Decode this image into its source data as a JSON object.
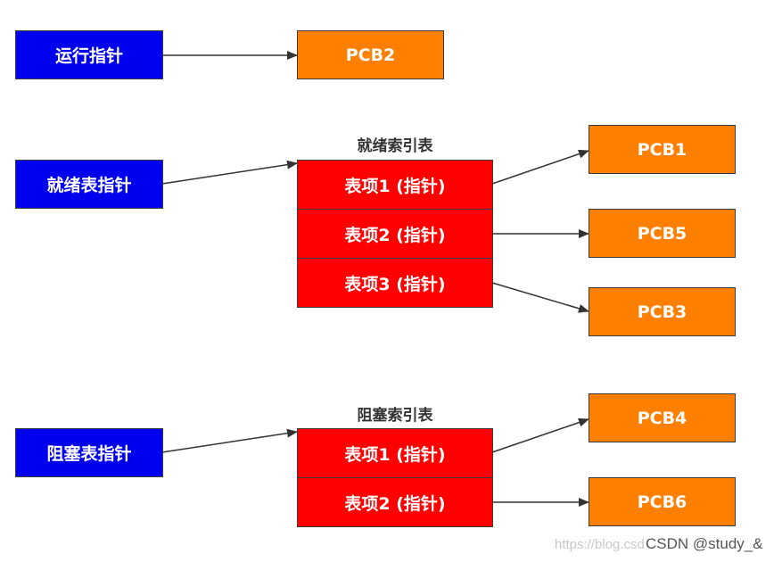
{
  "colors": {
    "pointer_box": "#0000ee",
    "pcb_box": "#ff8000",
    "table_box": "#ff0000",
    "arrow": "#333333"
  },
  "running": {
    "pointer_label": "运行指针",
    "target": "PCB2"
  },
  "ready": {
    "pointer_label": "就绪表指针",
    "table_title": "就绪索引表",
    "entries": [
      "表项1 (指针)",
      "表项2 (指针)",
      "表项3 (指针)"
    ],
    "pcbs": [
      "PCB1",
      "PCB5",
      "PCB3"
    ]
  },
  "blocked": {
    "pointer_label": "阻塞表指针",
    "table_title": "阻塞索引表",
    "entries": [
      "表项1 (指针)",
      "表项2 (指针)"
    ],
    "pcbs": [
      "PCB4",
      "PCB6"
    ]
  },
  "watermark": {
    "faint": "https://blog.csdn.net/study_&",
    "label": "CSDN @study_&"
  }
}
